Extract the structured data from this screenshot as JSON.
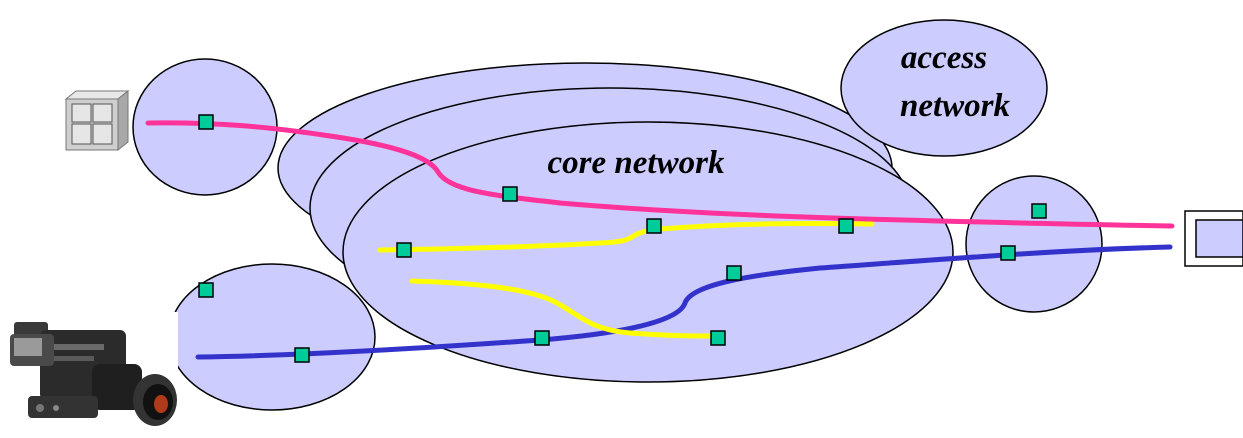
{
  "labels": {
    "core": "core network",
    "access_line1": "access",
    "access_line2": "network"
  },
  "colors": {
    "network_fill": "#ccccff",
    "network_stroke": "#000000",
    "node_fill": "#00cc99",
    "pink_path": "#ff3399",
    "blue_path": "#3333cc",
    "yellow_path": "#ffff00"
  },
  "icons": {
    "server": "server-icon",
    "camera": "video-camera-icon",
    "display": "display-terminal-icon"
  }
}
